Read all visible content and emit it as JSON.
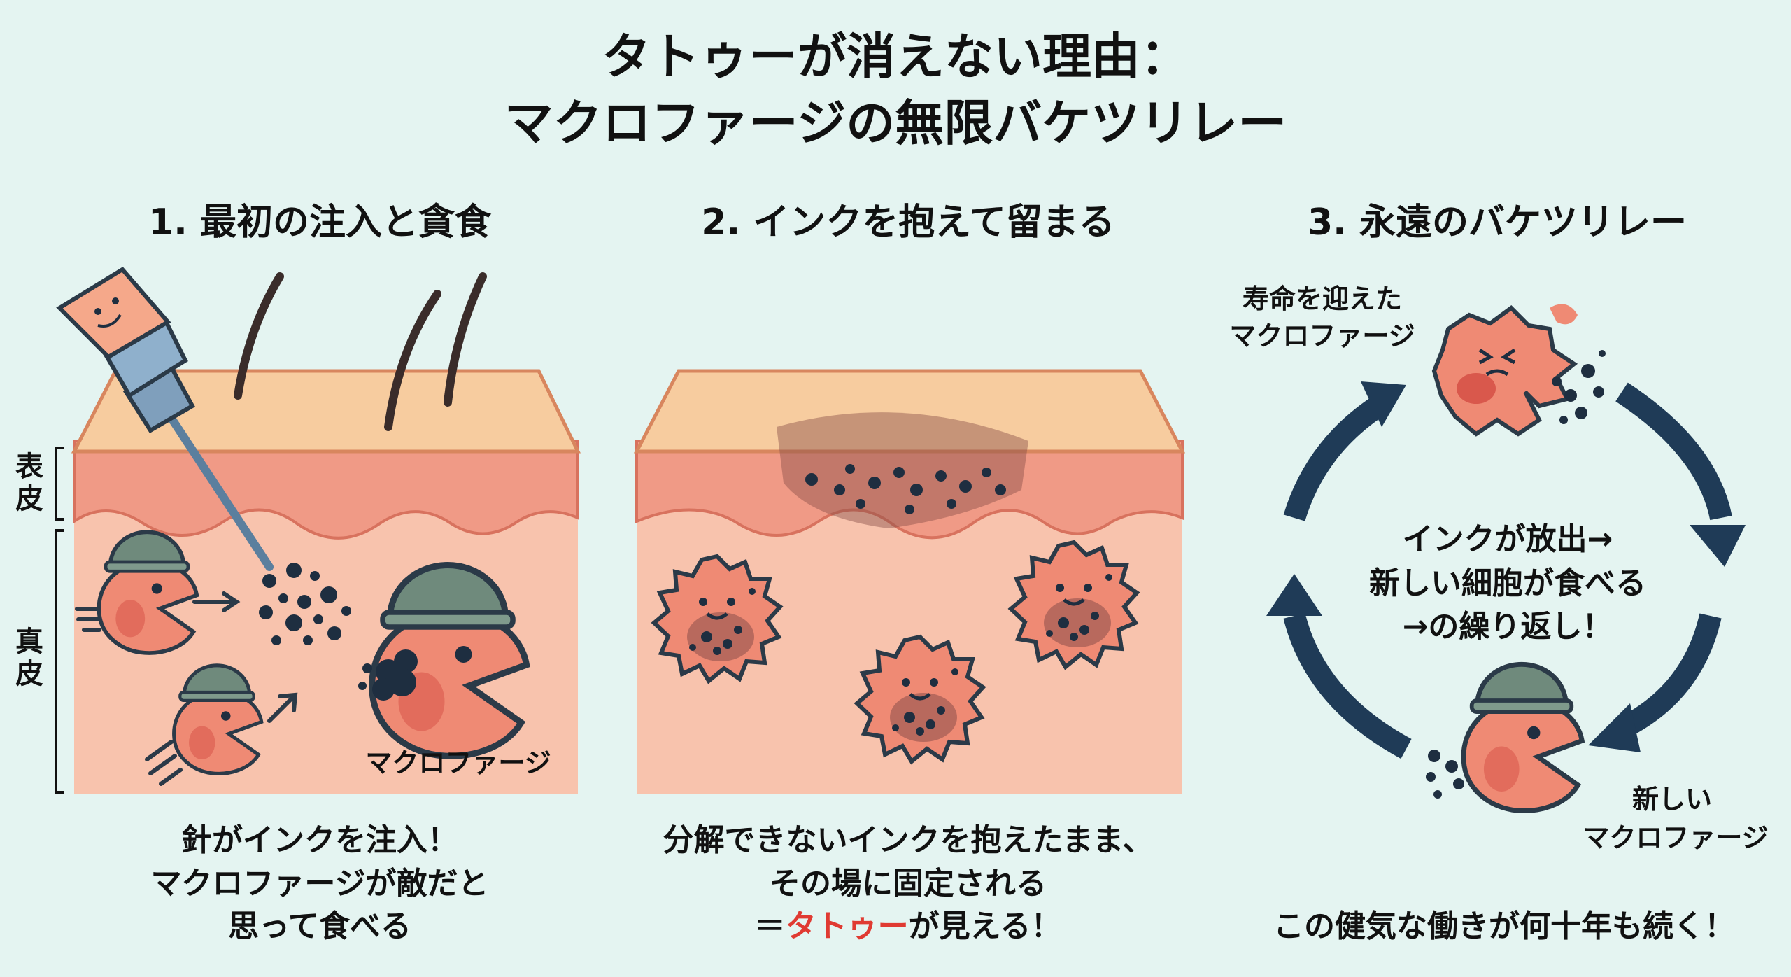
{
  "title": {
    "line1": "タトゥーが消えない理由：",
    "line2": "マクロファージの無限バケツリレー"
  },
  "panels": [
    {
      "heading": "1. 最初の注入と貪食",
      "layer_labels": {
        "epidermis": "表皮",
        "dermis": "真皮"
      },
      "cell_label": "マクロファージ",
      "caption": [
        "針がインクを注入！",
        "マクロファージが敵だと",
        "思って食べる"
      ]
    },
    {
      "heading": "2. インクを抱えて留まる",
      "caption": [
        "分解できないインクを抱えたまま、",
        "その場に固定される"
      ],
      "caption_line3": {
        "prefix": "＝",
        "highlight": "タトゥー",
        "suffix": "が見える！"
      }
    },
    {
      "heading": "3. 永遠のバケツリレー",
      "old_label": [
        "寿命を迎えた",
        "マクロファージ"
      ],
      "new_label": [
        "新しい",
        "マクロファージ"
      ],
      "center_text": [
        "インクが放出→",
        "新しい細胞が食べる",
        "→の繰り返し！"
      ],
      "footer": "この健気な働きが何十年も続く！"
    }
  ],
  "colors": {
    "background": "#e4f4f1",
    "highlight": "#e03a32",
    "arrow": "#1f3b57",
    "ink": "#1e2e40",
    "cell": "#ef8a74",
    "helmet": "#6f8a7c"
  }
}
